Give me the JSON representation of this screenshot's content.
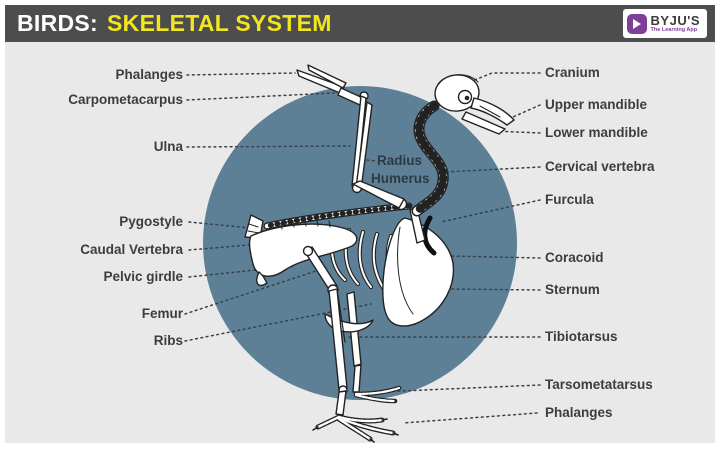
{
  "header": {
    "title_prefix": "BIRDS:",
    "title_main": "SKELETAL SYSTEM",
    "logo": {
      "brand": "BYJU'S",
      "tagline": "The Learning App",
      "icon": "byjus-logo-icon"
    }
  },
  "diagram": {
    "subject": "Bird skeletal system",
    "illustration": "bird-skeleton",
    "left_labels": [
      "Phalanges",
      "Carpometacarpus",
      "Ulna",
      "Pygostyle",
      "Caudal Vertebra",
      "Pelvic girdle",
      "Femur",
      "Ribs"
    ],
    "right_labels": [
      "Cranium",
      "Upper mandible",
      "Lower mandible",
      "Cervical vertebra",
      "Furcula",
      "Coracoid",
      "Sternum",
      "Tibiotarsus",
      "Tarsometatarsus",
      "Phalanges"
    ],
    "inner_labels": [
      "Radius",
      "Humerus"
    ],
    "colors": {
      "header_bg": "#4d4d4d",
      "title_prefix": "#ffffff",
      "title_main": "#f2e71d",
      "canvas_bg": "#e9e9e9",
      "circle": "#5d8097",
      "label_text": "#3d3d3d",
      "leader_line": "#39424a",
      "bone_fill": "#ffffff",
      "bone_outline": "#222222",
      "brand_purple": "#7d3f98"
    }
  }
}
